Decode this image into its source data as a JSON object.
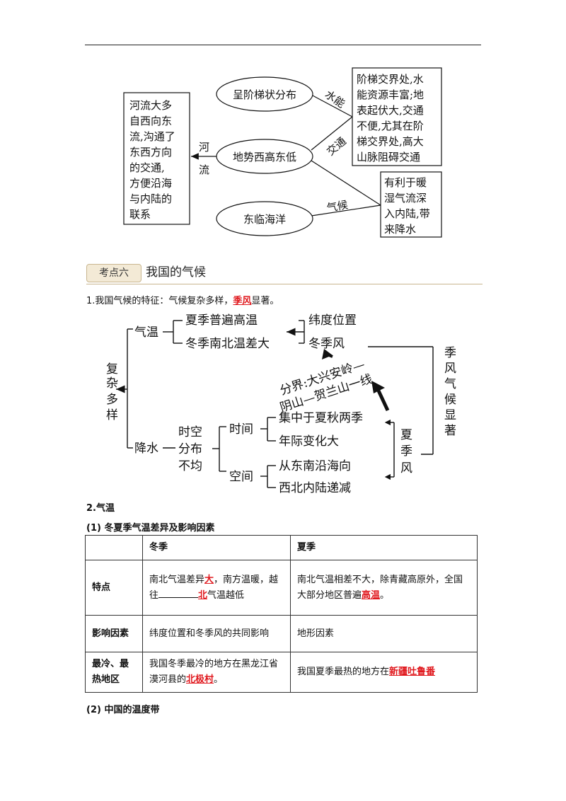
{
  "diagram1": {
    "nodes": {
      "terrain_steps": "呈阶梯状分布",
      "west_high": "地势西高东低",
      "ocean": "东临海洋",
      "left_box_lines": [
        "河流大多",
        "自西向东",
        "流,沟通了",
        "东西方向",
        "的交通,",
        "方便沿海",
        "与内陆的",
        "联系"
      ],
      "right_box_lines": [
        "阶梯交界处,水",
        "能资源丰富;地",
        "表起伏大,交通",
        "不便,尤其在阶",
        "梯交界处,高大",
        "山脉阻碍交通"
      ],
      "climate_box_lines": [
        "有利于暖",
        "湿气流深",
        "入内陆,带",
        "来降水"
      ]
    },
    "edge_labels": {
      "river": "河流",
      "hydro": "水能",
      "traffic": "交通",
      "climate": "气候"
    }
  },
  "section": {
    "badge": "考点六",
    "title": "我国的气候"
  },
  "para1": {
    "prefix": "1.我国气候的特征：气候复杂多样，",
    "highlight": "季风",
    "suffix": "显著。"
  },
  "diagram2": {
    "left_main": "复杂多样",
    "temp": "气温",
    "summer_temp": "夏季普遍高温",
    "winter_temp": "冬季南北温差大",
    "latitude": "纬度位置",
    "winter_wind": "冬季风",
    "boundary1": "分界:大兴安岭—",
    "boundary2": "阴山—贺兰山一线",
    "right_main": "季风气候显著",
    "precip": "降水",
    "uneven": [
      "时空",
      "分布",
      "不均"
    ],
    "time": "时间",
    "space": "空间",
    "time1": "集中于夏秋两季",
    "time2": "年际变化大",
    "space1": "从东南沿海向",
    "space2": "西北内陆递减",
    "summer_wind": "夏季风"
  },
  "h2": "2.气温",
  "h3": "(1)  冬夏季气温差异及影响因素",
  "table": {
    "col_winter": "冬季",
    "col_summer": "夏季",
    "r1": {
      "label": "特点",
      "winter_a": "南北气温差异",
      "winter_red1": "大",
      "winter_b": "，南方温暖，越往",
      "winter_red2": "北",
      "winter_c": "气温越低",
      "summer_a": "南北气温相差不大，除青藏高原外，全国大部分地区普遍",
      "summer_red": "高温",
      "summer_b": "。"
    },
    "r2": {
      "label": "影响因素",
      "winter": "纬度位置和冬季风的共同影响",
      "summer": "地形因素"
    },
    "r3": {
      "label": "最冷、最热地区",
      "winter_a": "我国冬季最冷的地方在黑龙江省漠河县的",
      "winter_red": "北极村",
      "winter_b": "。",
      "summer_a": "我国夏季最热的地方在",
      "summer_red": "新疆吐鲁番"
    }
  },
  "h4": "(2)    中国的温度带"
}
